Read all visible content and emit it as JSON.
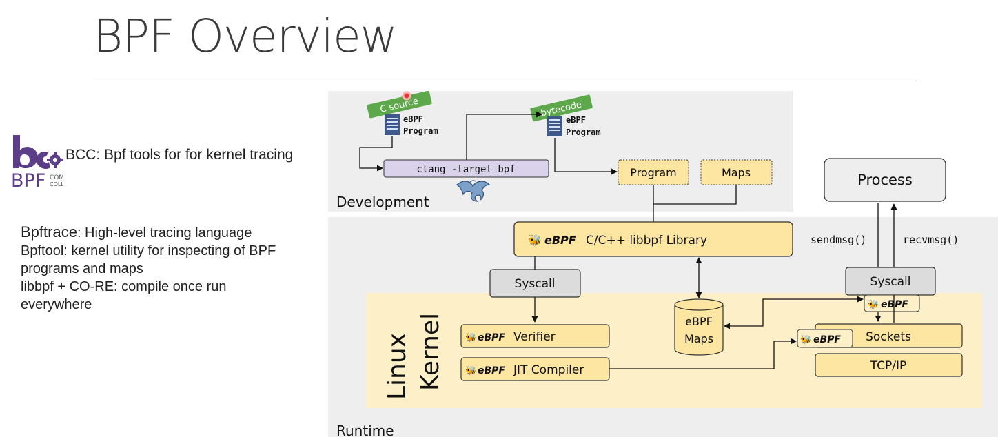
{
  "slide": {
    "title": "BPF Overview"
  },
  "left": {
    "bcc_text": "BCC: Bpf tools for for kernel tracing",
    "bcc_logo": {
      "word": "BPF",
      "sub1": "COMPILER",
      "sub2": "COLLECTION"
    },
    "lines": [
      {
        "bold": "Bpftrace",
        "rest": ": High-level tracing language"
      },
      {
        "bold": "Bpftool",
        "rest": ": kernel utility for inspecting of BPF"
      },
      {
        "bold": "",
        "rest": "programs and maps"
      },
      {
        "bold": "libbpf",
        "rest": " + CO-RE: compile once run"
      },
      {
        "bold": "",
        "rest": "everywhere"
      }
    ]
  },
  "diagram": {
    "development_label": "Development",
    "runtime_label": "Runtime",
    "kernel_label_1": "Linux",
    "kernel_label_2": "Kernel",
    "c_source_tag": "C source",
    "bytecode_tag": "bytecode",
    "doc1_line1": "eBPF",
    "doc1_line2": "Program",
    "doc2_line1": "eBPF",
    "doc2_line2": "Program",
    "clang_cmd": "clang -target bpf",
    "program_box": "Program",
    "maps_box": "Maps",
    "process_box": "Process",
    "ebpf_mark": "eBPF",
    "libbpf_label": "C/C++ libbpf Library",
    "syscall_left": "Syscall",
    "syscall_right": "Syscall",
    "sendmsg": "sendmsg()",
    "recvmsg": "recvmsg()",
    "ebpf_maps_line1": "eBPF",
    "ebpf_maps_line2": "Maps",
    "verifier_label": "Verifier",
    "jit_label": "JIT Compiler",
    "sockets_label": "Sockets",
    "tcpip_label": "TCP/IP",
    "colors": {
      "panel_gray": "#eeeeee",
      "kernel_yellow": "#fdf0c8",
      "box_yellow": "#fce6a2",
      "tag_green": "#5da84a",
      "clang_purple": "#d9d2ea",
      "syscall_gray": "#dcdcdc"
    }
  }
}
